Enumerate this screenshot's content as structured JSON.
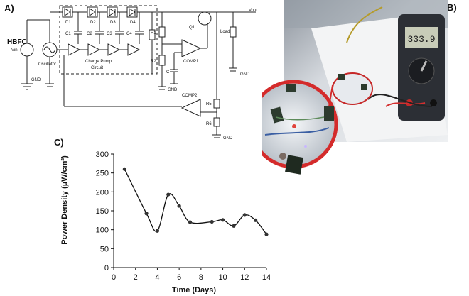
{
  "panels": {
    "a": "A)",
    "b": "B)",
    "c": "C)"
  },
  "circuit": {
    "source_label": "HBFC",
    "vin_label": "Vin",
    "gnd_label": "GND",
    "oscillator_label": "Oscillator",
    "charge_pump_label": "Charge Pump",
    "circuit_label": "Circuit",
    "diodes": [
      "D1",
      "D2",
      "D3",
      "D4"
    ],
    "capacitors": [
      "C1",
      "C2",
      "C3",
      "C4"
    ],
    "r1": "R1",
    "r2": "R2",
    "c_label": "C",
    "q1": "Q1",
    "vout": "Vout",
    "load": "Load",
    "comp1": "COMP1",
    "comp2": "COMP2",
    "r5": "R5",
    "r6": "R6"
  },
  "photo": {
    "multimeter_reading": "333.9",
    "colors": {
      "bench": "#e9ecef",
      "rim": "#d42b2b",
      "meter": "#2c2f35"
    }
  },
  "chart_data": {
    "type": "line",
    "xlabel": "Time (Days)",
    "ylabel": "Power Density (µW/cm²)",
    "x": [
      1,
      3,
      4,
      5,
      6,
      7,
      9,
      10,
      11,
      12,
      13,
      14
    ],
    "y": [
      260,
      143,
      97,
      193,
      163,
      120,
      121,
      126,
      110,
      139,
      125,
      88
    ],
    "xlim": [
      0,
      14
    ],
    "ylim": [
      0,
      300
    ],
    "xticks": [
      "0",
      "2",
      "4",
      "6",
      "8",
      "10",
      "12",
      "14"
    ],
    "yticks": [
      "0",
      "50",
      "100",
      "150",
      "200",
      "250",
      "300"
    ],
    "grid": false,
    "colors": {
      "line": "#111111",
      "marker": "#333333"
    }
  }
}
